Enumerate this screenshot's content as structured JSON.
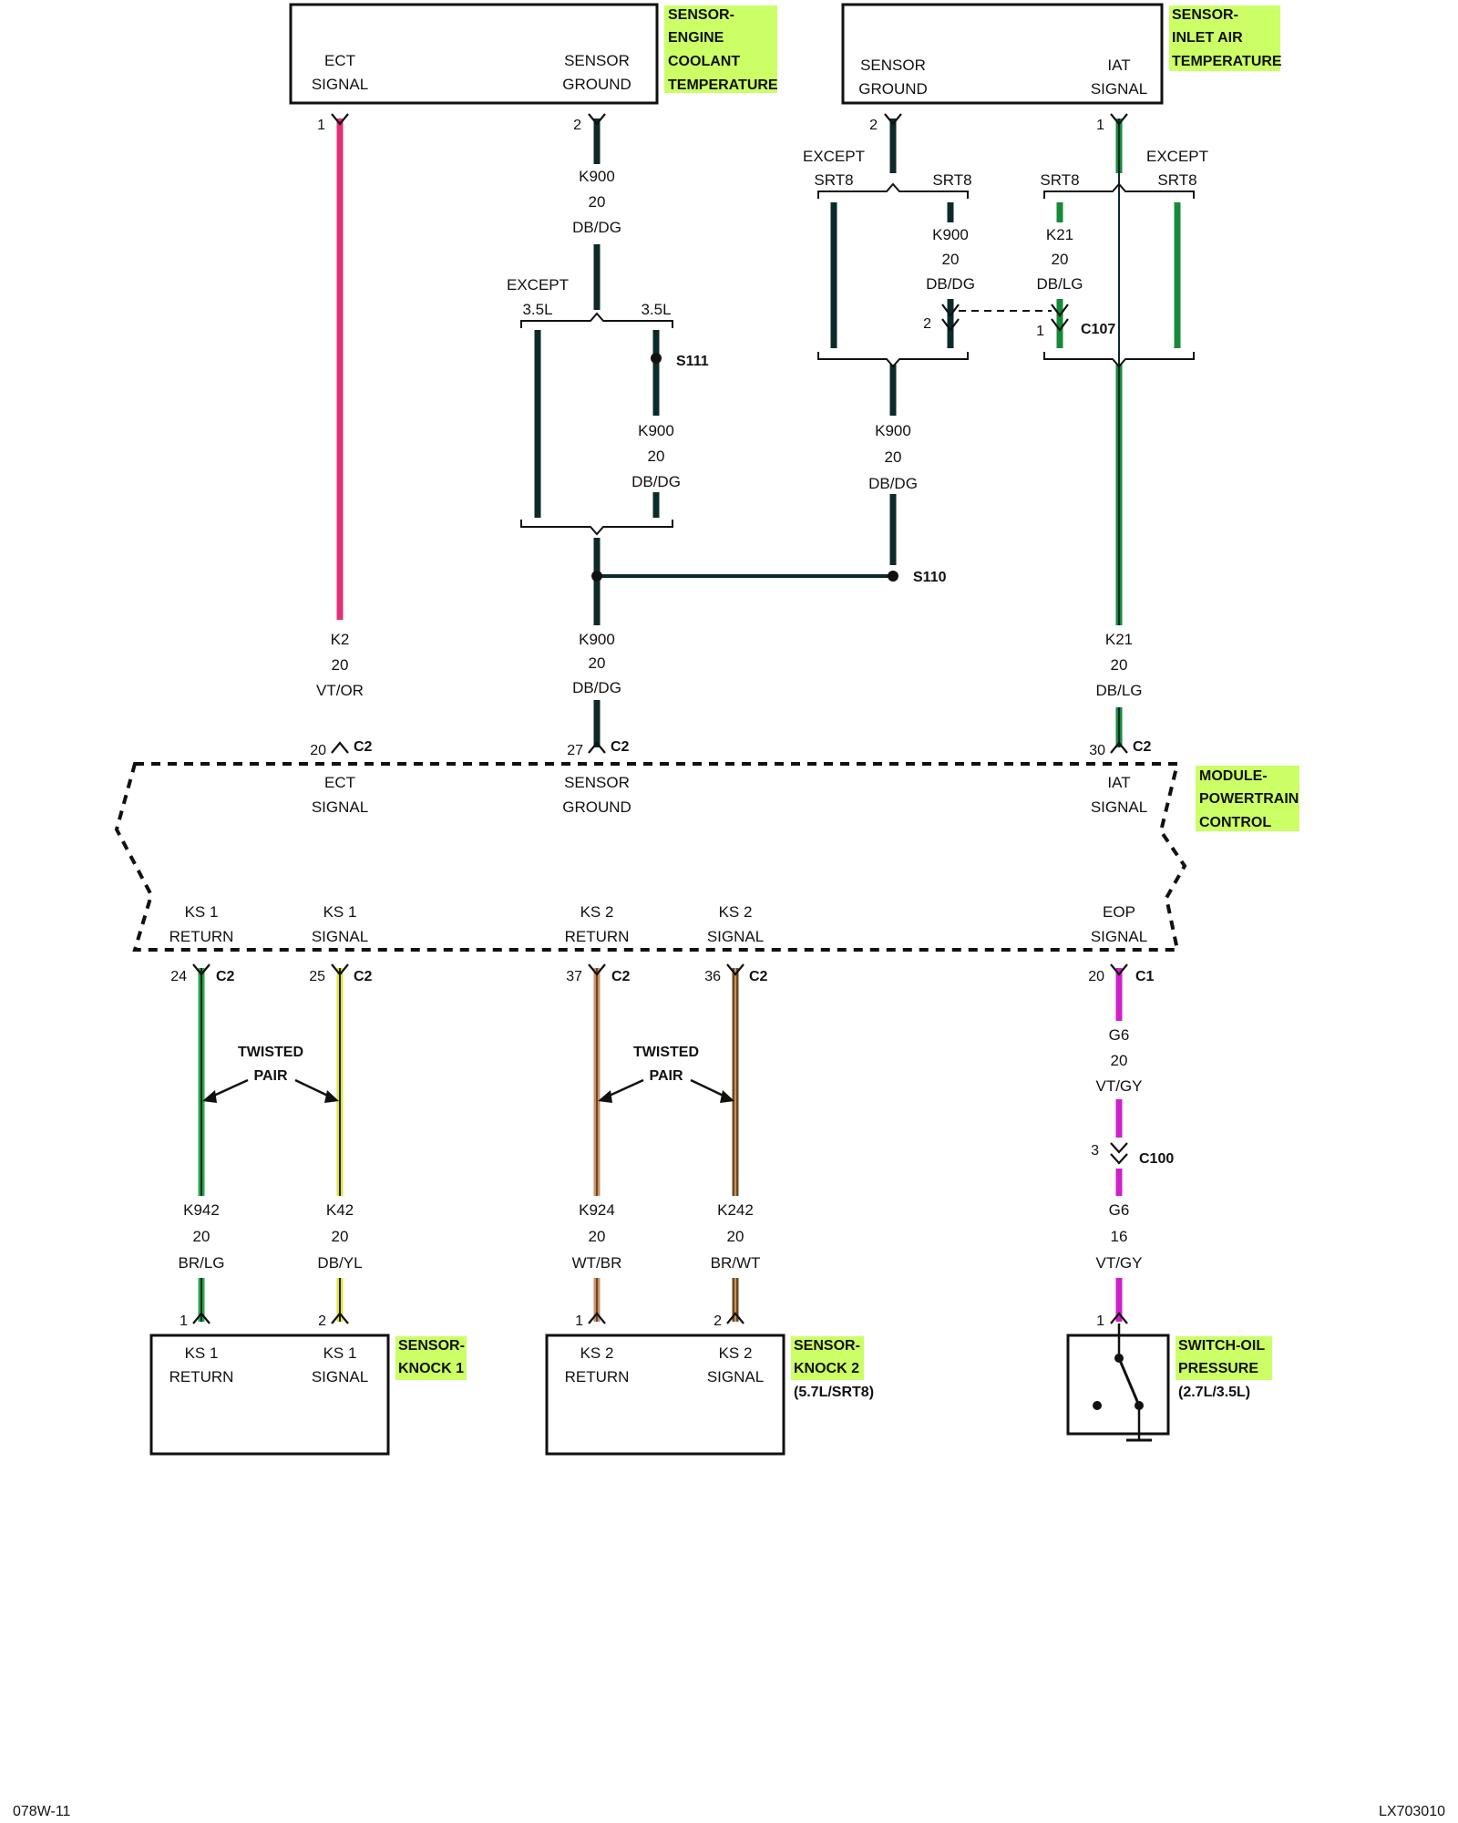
{
  "components": {
    "ect_sensor": {
      "label_lines": [
        "SENSOR-",
        "ENGINE",
        "COOLANT",
        "TEMPERATURE"
      ],
      "pins": [
        {
          "num": "1",
          "lines": [
            "ECT",
            "SIGNAL"
          ]
        },
        {
          "num": "2",
          "lines": [
            "SENSOR",
            "GROUND"
          ]
        }
      ]
    },
    "iat_sensor": {
      "label_lines": [
        "SENSOR-",
        "INLET AIR",
        "TEMPERATURE"
      ],
      "pins": [
        {
          "num": "2",
          "lines": [
            "SENSOR",
            "GROUND"
          ]
        },
        {
          "num": "1",
          "lines": [
            "IAT",
            "SIGNAL"
          ]
        }
      ]
    },
    "pcm": {
      "label_lines": [
        "MODULE-",
        "POWERTRAIN",
        "CONTROL"
      ],
      "top_pins": [
        {
          "num": "20",
          "conn": "C2",
          "lines": [
            "ECT",
            "SIGNAL"
          ]
        },
        {
          "num": "27",
          "conn": "C2",
          "lines": [
            "SENSOR",
            "GROUND"
          ]
        },
        {
          "num": "30",
          "conn": "C2",
          "lines": [
            "IAT",
            "SIGNAL"
          ]
        }
      ],
      "bottom_pins": [
        {
          "num": "24",
          "conn": "C2",
          "lines": [
            "KS 1",
            "RETURN"
          ]
        },
        {
          "num": "25",
          "conn": "C2",
          "lines": [
            "KS 1",
            "SIGNAL"
          ]
        },
        {
          "num": "37",
          "conn": "C2",
          "lines": [
            "KS 2",
            "RETURN"
          ]
        },
        {
          "num": "36",
          "conn": "C2",
          "lines": [
            "KS 2",
            "SIGNAL"
          ]
        },
        {
          "num": "20",
          "conn": "C1",
          "lines": [
            "EOP",
            "SIGNAL"
          ]
        }
      ]
    },
    "knock1": {
      "label_lines": [
        "SENSOR-",
        "KNOCK 1"
      ],
      "pins": [
        {
          "num": "1",
          "lines": [
            "KS 1",
            "RETURN"
          ]
        },
        {
          "num": "2",
          "lines": [
            "KS 1",
            "SIGNAL"
          ]
        }
      ]
    },
    "knock2": {
      "label_lines": [
        "SENSOR-",
        "KNOCK 2",
        "(5.7L/SRT8)"
      ],
      "pins": [
        {
          "num": "1",
          "lines": [
            "KS 2",
            "RETURN"
          ]
        },
        {
          "num": "2",
          "lines": [
            "KS 2",
            "SIGNAL"
          ]
        }
      ]
    },
    "oil_switch": {
      "label_lines": [
        "SWITCH-OIL",
        "PRESSURE",
        "(2.7L/3.5L)"
      ],
      "pin": "1"
    }
  },
  "wires": {
    "k2": [
      "K2",
      "20",
      "VT/OR"
    ],
    "k900_top": [
      "K900",
      "20",
      "DB/DG"
    ],
    "k900_s111": [
      "K900",
      "20",
      "DB/DG"
    ],
    "k900_srt8": [
      "K900",
      "20",
      "DB/DG"
    ],
    "k21_srt8": [
      "K21",
      "20",
      "DB/LG"
    ],
    "k900_iat": [
      "K900",
      "20",
      "DB/DG"
    ],
    "k900_pcm": [
      "K900",
      "20",
      "DB/DG"
    ],
    "k21_pcm": [
      "K21",
      "20",
      "DB/LG"
    ],
    "g6_upper": [
      "G6",
      "20",
      "VT/GY"
    ],
    "g6_lower": [
      "G6",
      "16",
      "VT/GY"
    ],
    "k942": [
      "K942",
      "20",
      "BR/LG"
    ],
    "k42": [
      "K42",
      "20",
      "DB/YL"
    ],
    "k924": [
      "K924",
      "20",
      "WT/BR"
    ],
    "k242": [
      "K242",
      "20",
      "BR/WT"
    ]
  },
  "branches": {
    "ect_ground": {
      "left_lines": [
        "EXCEPT",
        "3.5L"
      ],
      "right": "3.5L"
    },
    "iat_ground": {
      "left_lines": [
        "EXCEPT",
        "SRT8"
      ],
      "right": "SRT8"
    },
    "iat_signal": {
      "left": "SRT8",
      "right_lines": [
        "EXCEPT",
        "SRT8"
      ]
    }
  },
  "splices": {
    "s111": "S111",
    "s110": "S110"
  },
  "connectors": {
    "c107": {
      "name": "C107",
      "pin_left": "2",
      "pin_right": "1"
    },
    "c100": {
      "name": "C100",
      "pin": "3"
    }
  },
  "twisted_pair": [
    "TWISTED",
    "PAIR"
  ],
  "footer": {
    "left": "078W-11",
    "right": "LX703010"
  },
  "colors": {
    "violet_orange": "#e0307a",
    "dark_blue_dark_green": "#0d2a2a",
    "dark_blue_light_green": "#168a3a",
    "violet_gray": "#d020c8",
    "brown_light_green": "#2aa84a",
    "dark_blue_yellow": "#e6e030",
    "white_brown": "#c8906a",
    "brown_white": "#6a4a1a",
    "label_highlight": "#ccff66"
  }
}
